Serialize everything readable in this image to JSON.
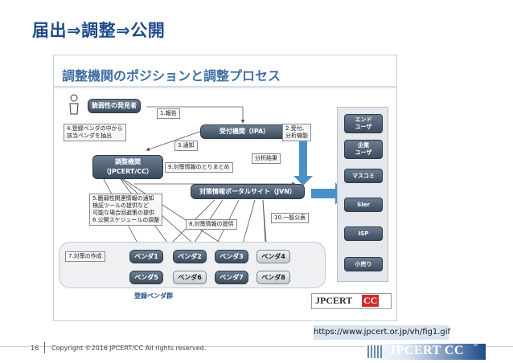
{
  "slide": {
    "title": "届出⇒調整⇒公開",
    "page_number": "16",
    "copyright": "Copyright ©2016 JPCERT/CC All rights reserved.",
    "caption": "https://www.jpcert.or.jp/vh/fig1.gif",
    "footer_logo": "JPCERT CC",
    "footer_logo_mark": "®"
  },
  "diagram": {
    "title": "調整機関のポジションと調整プロセス",
    "discoverer": "脆弱性の発見者",
    "ipa": "受付機関（IPA）",
    "jpcert_line1": "調整機関",
    "jpcert_line2": "（JPCERT/CC）",
    "jvn": "対策情報ポータルサイト（JVN）",
    "step1": "1.報告",
    "step2_line1": "2.受付、",
    "step2_line2": "分析機能",
    "step3": "3.通知",
    "step4_line1": "4.登録ベンダの中から",
    "step4_line2": "該当ベンダを抽出",
    "step5_line1": "5.脆弱性関連情報の通知",
    "step5_line2": "検証ツールの提供など",
    "step5_line3": "可能な場合回避策の提供",
    "step6": "6.公開スケジュールの調整",
    "step7": "7.対策の作成",
    "step8": "8.対策情報の提供",
    "step9": "9.対策情報のとりまとめ",
    "step10": "10.一般公表",
    "analysis": "分析結果",
    "vendor_group_label": "登録ベンダ群",
    "vendors": [
      "ベンダ1",
      "ベンダ2",
      "ベンダ3",
      "ベンダ4",
      "ベンダ5",
      "ベンダ6",
      "ベンダ7",
      "ベンダ8"
    ],
    "audience": [
      "エンド\nユーザ",
      "企業\nユーザ",
      "マスコミ",
      "SIer",
      "ISP",
      "小売り"
    ],
    "logo_jp": "JPCERT",
    "logo_cc": "CC"
  },
  "colors": {
    "title": "#1e4a8a",
    "dark_box": "#3c4b5e",
    "arrow_blue": "#4a90c8",
    "logo_red": "#d22b2b"
  }
}
